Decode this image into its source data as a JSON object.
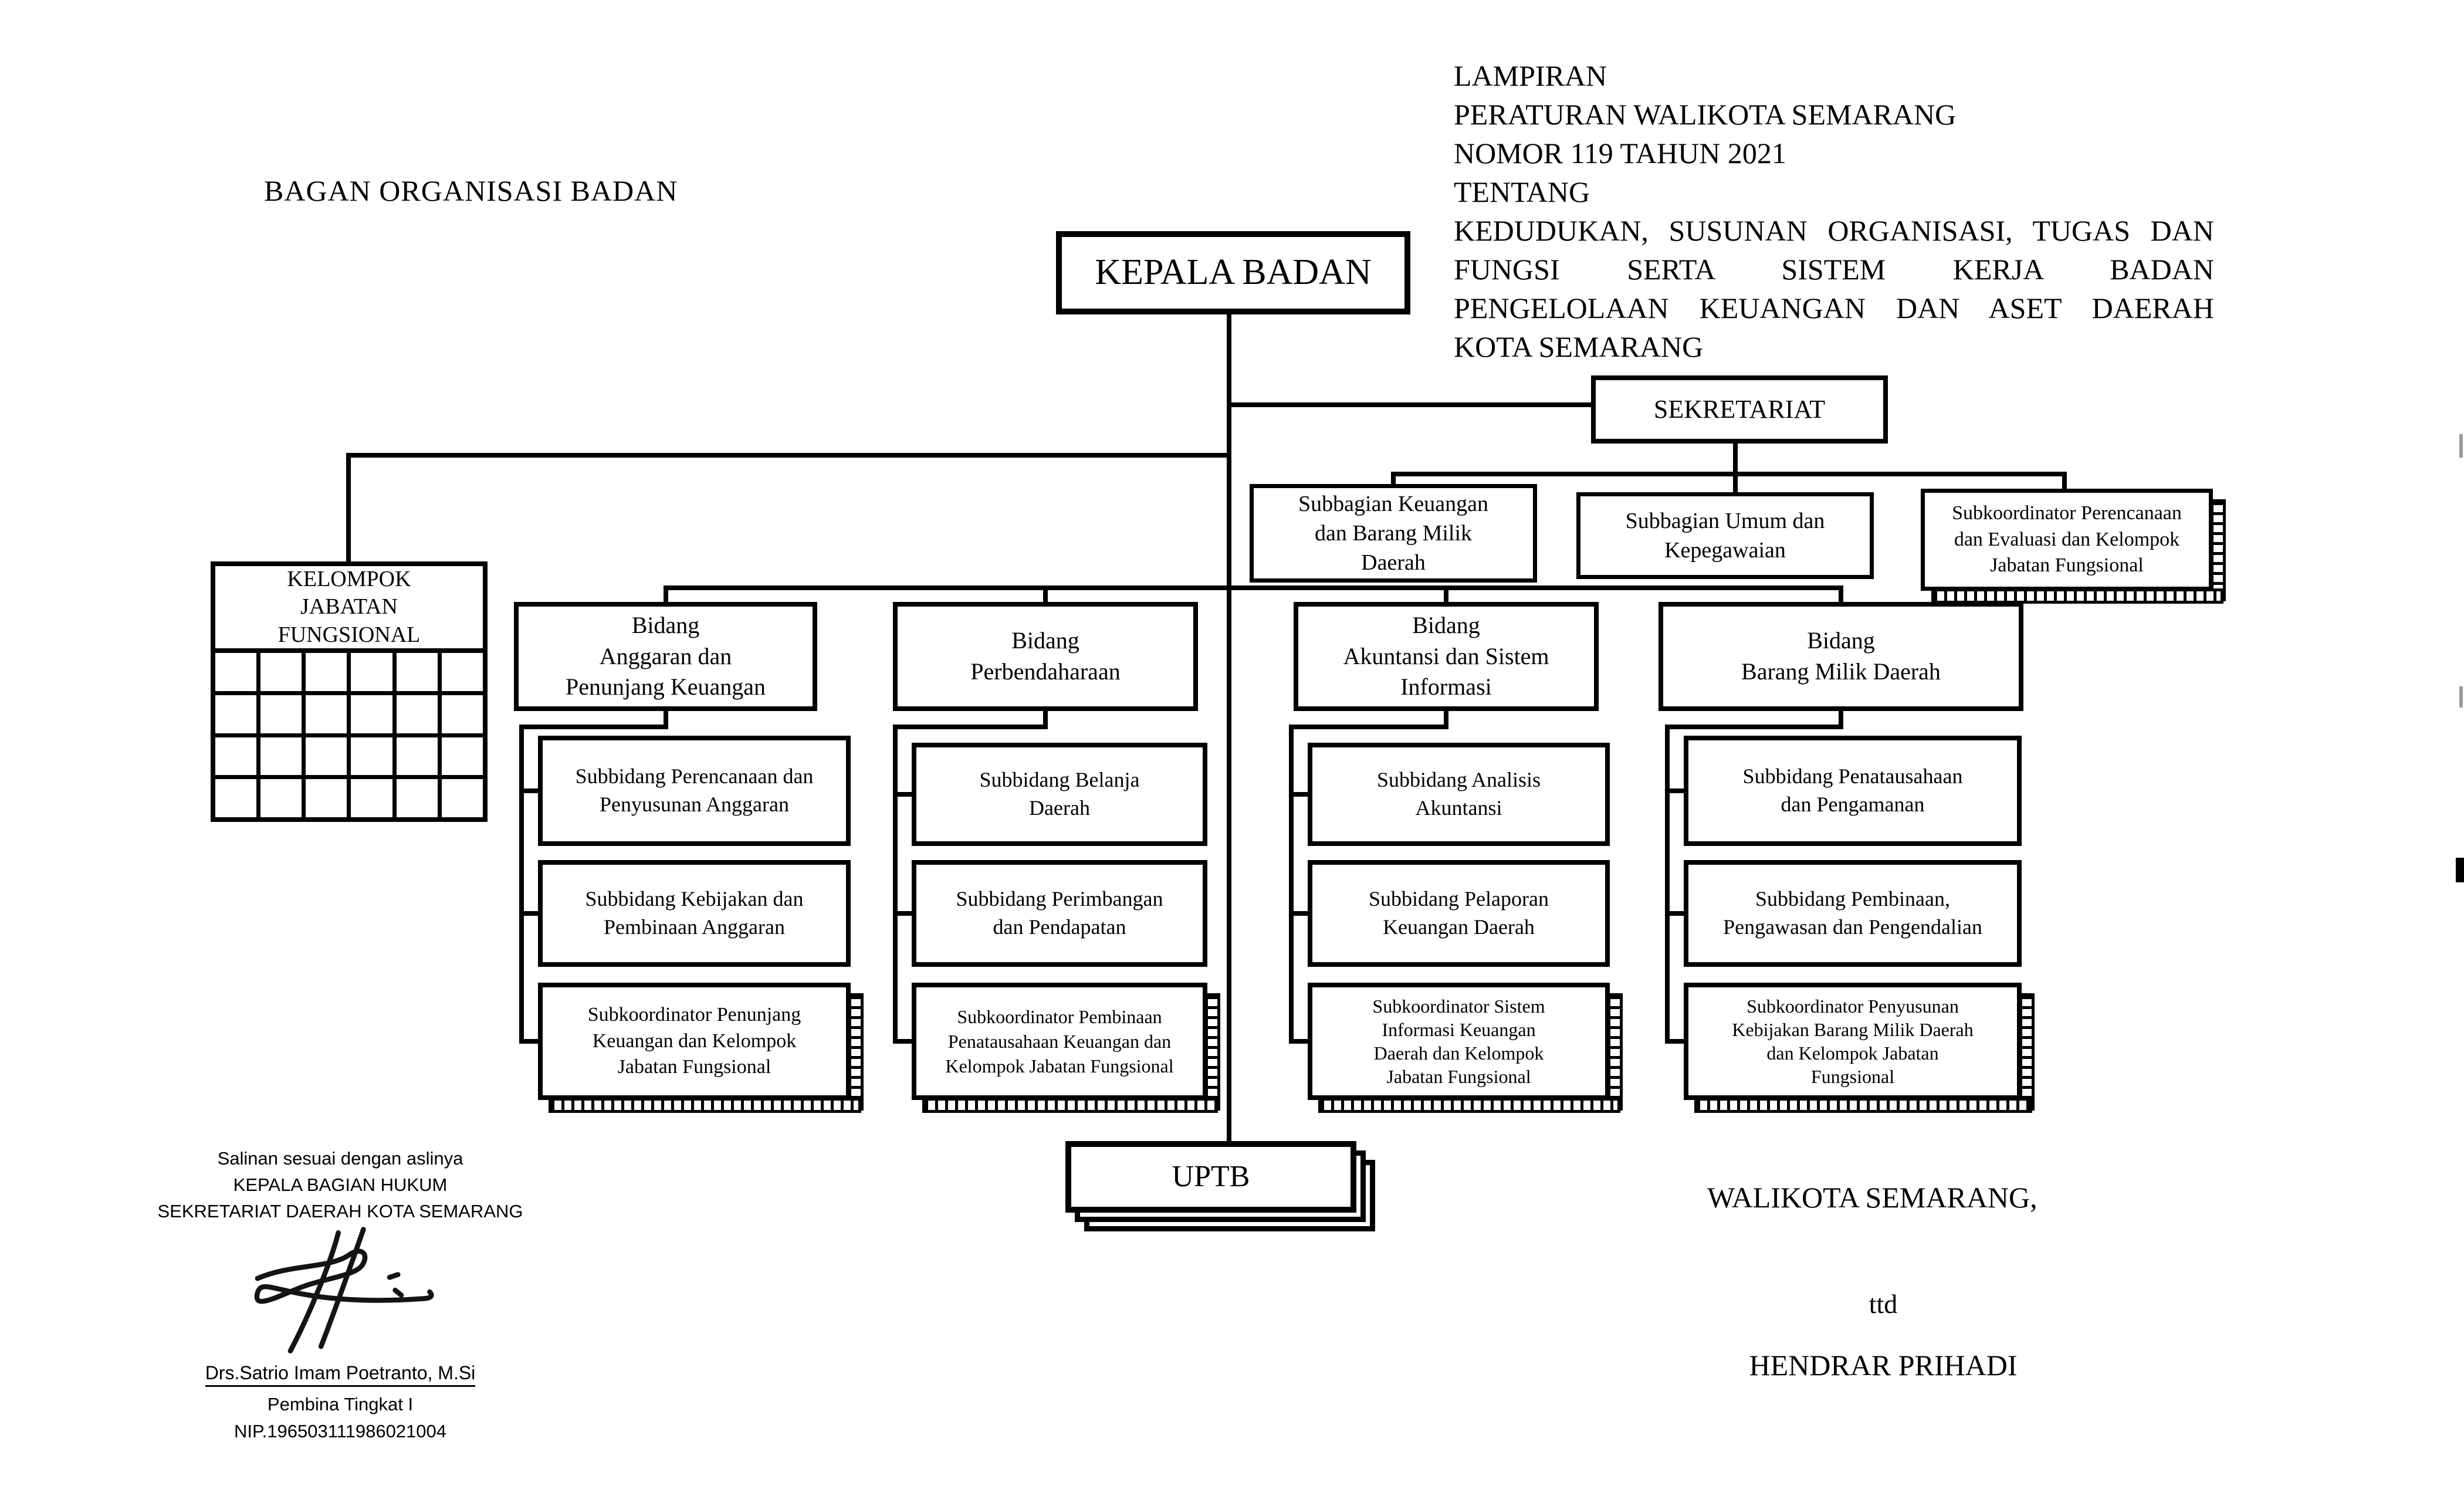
{
  "colors": {
    "ink": "#000000",
    "paper": "#ffffff"
  },
  "header": {
    "chart_title": "BAGAN ORGANISASI BADAN",
    "lampiran_lines": [
      "LAMPIRAN",
      "PERATURAN WALIKOTA SEMARANG",
      "NOMOR 119 TAHUN 2021",
      "TENTANG",
      "KEDUDUKAN, SUSUNAN ORGANISASI, TUGAS DAN",
      "FUNGSI SERTA SISTEM KERJA BADAN",
      "PENGELOLAAN KEUANGAN DAN ASET DAERAH",
      "KOTA SEMARANG"
    ]
  },
  "chart": {
    "kepala_badan": "KEPALA BADAN",
    "sekretariat": "SEKRETARIAT",
    "kelompok_jabatan": "KELOMPOK\nJABATAN\nFUNGSIONAL",
    "subbagian": [
      "Subbagian Keuangan\ndan Barang Milik\nDaerah",
      "Subbagian Umum dan\nKepegawaian",
      "Subkoordinator Perencanaan\ndan Evaluasi dan Kelompok\nJabatan Fungsional"
    ],
    "uptb": "UPTB",
    "columns": [
      {
        "header": "Bidang\nAnggaran dan\nPenunjang Keuangan",
        "boxes": [
          "Subbidang Perencanaan dan\nPenyusunan Anggaran",
          "Subbidang Kebijakan dan\nPembinaan Anggaran",
          "Subkoordinator Penunjang\nKeuangan dan Kelompok\nJabatan Fungsional"
        ]
      },
      {
        "header": "Bidang\nPerbendaharaan",
        "boxes": [
          "Subbidang Belanja\nDaerah",
          "Subbidang Perimbangan\ndan Pendapatan",
          "Subkoordinator Pembinaan\nPenatausahaan Keuangan dan\nKelompok Jabatan Fungsional"
        ]
      },
      {
        "header": "Bidang\nAkuntansi dan Sistem\nInformasi",
        "boxes": [
          "Subbidang Analisis\nAkuntansi",
          "Subbidang Pelaporan\nKeuangan Daerah",
          "Subkoordinator Sistem\nInformasi Keuangan\nDaerah dan Kelompok\nJabatan Fungsional"
        ]
      },
      {
        "header": "Bidang\nBarang Milik Daerah",
        "boxes": [
          "Subbidang Penatausahaan\ndan Pengamanan",
          "Subbidang Pembinaan,\nPengawasan dan Pengendalian",
          "Subkoordinator Penyusunan\nKebijakan Barang Milik Daerah\ndan Kelompok Jabatan\nFungsional"
        ]
      }
    ]
  },
  "footer": {
    "salinan_line1": "Salinan sesuai dengan aslinya",
    "salinan_line2": "KEPALA BAGIAN HUKUM",
    "salinan_line3": "SEKRETARIAT DAERAH KOTA SEMARANG",
    "official_name": "Drs.Satrio Imam Poetranto, M.Si",
    "official_rank": "Pembina Tingkat I",
    "official_nip": "NIP.196503111986021004",
    "walikota_title": "WALIKOTA SEMARANG,",
    "ttd": "ttd",
    "walikota_name": "HENDRAR PRIHADI"
  }
}
